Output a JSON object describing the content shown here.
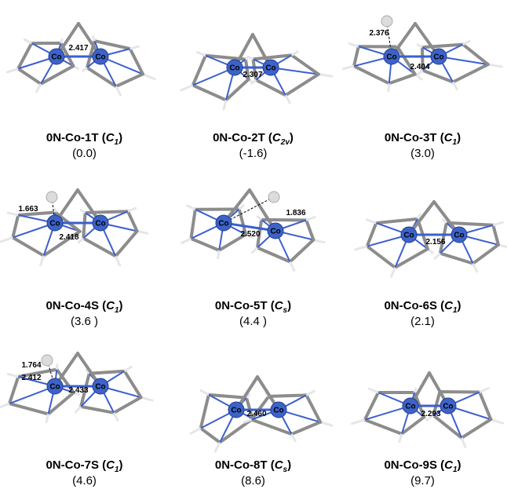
{
  "panels": [
    {
      "name": "0N-Co-1T",
      "sym": "C",
      "sub": "1",
      "energy": "(0.0)",
      "cc": "2.417",
      "extra": []
    },
    {
      "name": "0N-Co-2T",
      "sym": "C",
      "sub": "2v",
      "energy": "(-1.6)",
      "cc": "2.307",
      "extra": []
    },
    {
      "name": "0N-Co-3T",
      "sym": "C",
      "sub": "1",
      "energy": "(3.0)",
      "cc": "2.404",
      "extra": [
        "2.376"
      ]
    },
    {
      "name": "0N-Co-4S",
      "sym": "C",
      "sub": "1",
      "energy": "(3.6 )",
      "cc": "2.418",
      "extra": [
        "1.663"
      ]
    },
    {
      "name": "0N-Co-5T",
      "sym": "C",
      "sub": "s",
      "energy": "(4.4 )",
      "cc": "2.520",
      "extra": [
        "1.836"
      ]
    },
    {
      "name": "0N-Co-6S",
      "sym": "C",
      "sub": "1",
      "energy": "(2.1)",
      "cc": "2.156",
      "extra": []
    },
    {
      "name": "0N-Co-7S",
      "sym": "C",
      "sub": "1",
      "energy": "(4.6)",
      "cc": "2.433",
      "extra": [
        "1.764",
        "2.412"
      ]
    },
    {
      "name": "0N-Co-8T",
      "sym": "C",
      "sub": "s",
      "energy": "(8.6)",
      "cc": "2.460",
      "extra": []
    },
    {
      "name": "0N-Co-9S",
      "sym": "C",
      "sub": "1",
      "energy": "(9.7)",
      "cc": "2.293",
      "extra": []
    }
  ],
  "atom_label": "Co",
  "colors": {
    "cobalt": "#3d63c9",
    "carbon": "#8c8c8c",
    "hydrogen": "#e6e6e6",
    "bond": "#3b5fd0"
  }
}
